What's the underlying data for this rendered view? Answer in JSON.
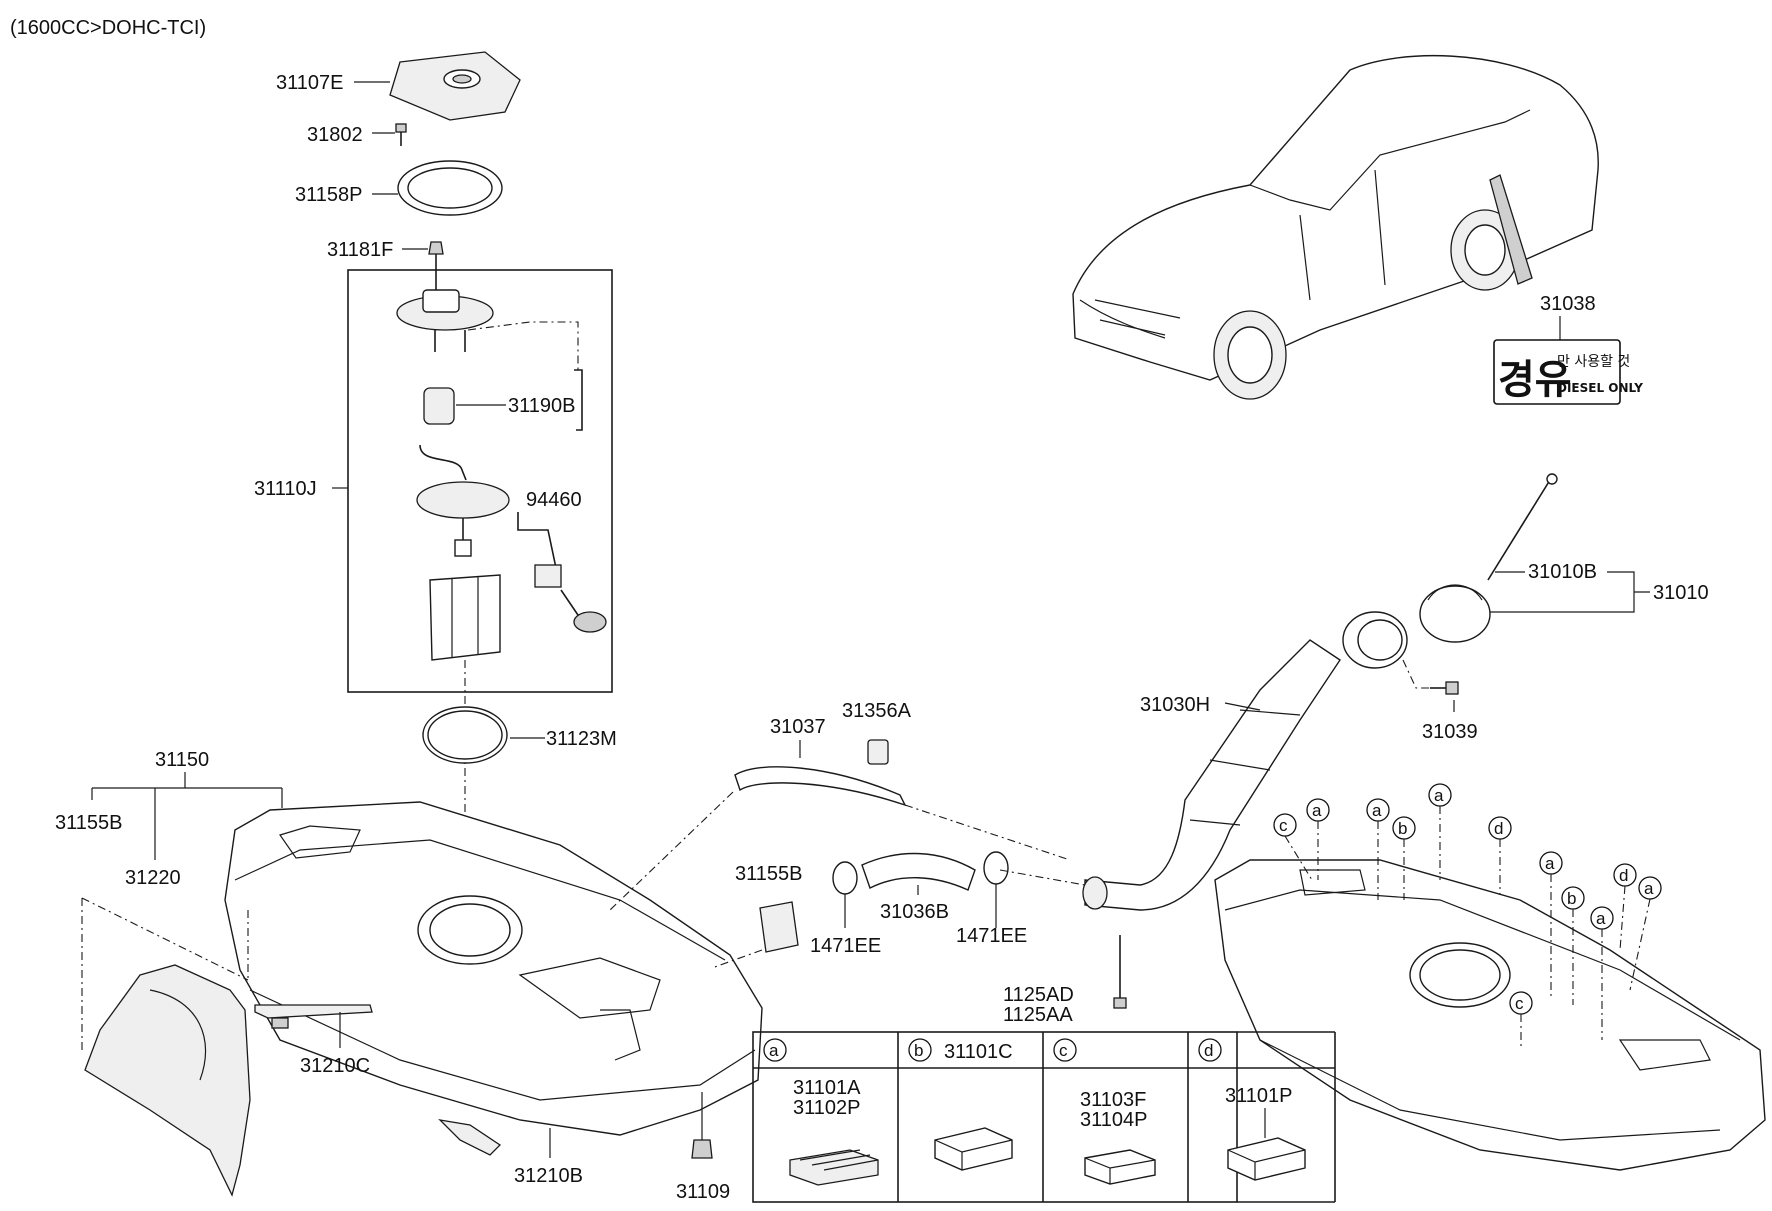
{
  "header": {
    "spec": "(1600CC>DOHC-TCI)"
  },
  "parts": {
    "p31107E": "31107E",
    "p31802": "31802",
    "p31158P": "31158P",
    "p31181F": "31181F",
    "p31190B": "31190B",
    "p31110J": "31110J",
    "p94460": "94460",
    "p31123M": "31123M",
    "p31150": "31150",
    "p31155B_left": "31155B",
    "p31220": "31220",
    "p31210C": "31210C",
    "p31210B": "31210B",
    "p31109": "31109",
    "p31037": "31037",
    "p31356A": "31356A",
    "p31155B_mid": "31155B",
    "p1471EE_left": "1471EE",
    "p31036B": "31036B",
    "p1471EE_right": "1471EE",
    "p1125AD": "1125AD",
    "p1125AA": "1125AA",
    "p31030H": "31030H",
    "p31039": "31039",
    "p31010B": "31010B",
    "p31010": "31010",
    "p31038": "31038"
  },
  "decal": {
    "korean_big": "경유",
    "korean_small": "만 사용할 것",
    "english": "DIESEL ONLY"
  },
  "legend": {
    "a": {
      "letter": "a",
      "part1": "31101A",
      "part2": "31102P"
    },
    "b": {
      "letter": "b",
      "part1": "31101C"
    },
    "c": {
      "letter": "c",
      "part1": "31103F",
      "part2": "31104P"
    },
    "d": {
      "letter": "d",
      "part1": "31101P"
    }
  },
  "tank_callouts": [
    "c",
    "a",
    "a",
    "b",
    "a",
    "d",
    "a",
    "b",
    "d",
    "a",
    "a",
    "c"
  ]
}
